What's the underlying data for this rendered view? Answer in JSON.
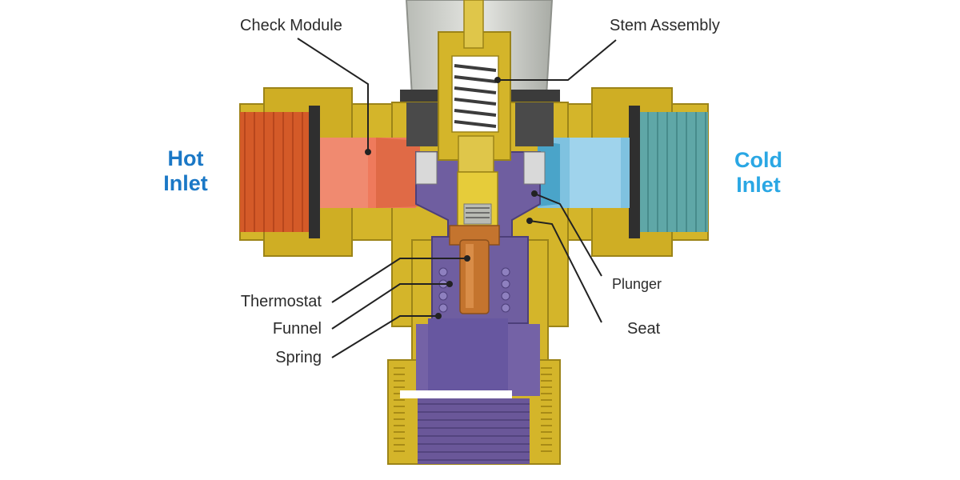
{
  "inlets": {
    "hot": {
      "line1": "Hot",
      "line2": "Inlet",
      "color": "#1b78c6"
    },
    "cold": {
      "line1": "Cold",
      "line2": "Inlet",
      "color": "#2aa7e4"
    }
  },
  "labels": {
    "check_module": "Check Module",
    "stem_assembly": "Stem Assembly",
    "thermostat": "Thermostat",
    "funnel": "Funnel",
    "spring": "Spring",
    "plunger": "Plunger",
    "seat": "Seat"
  },
  "colors": {
    "brass": "#d4b52a",
    "brass_dark": "#9c8418",
    "purple": "#6f5ea0",
    "hot_water": "#ef7a5c",
    "cold_water": "#7fc2e0",
    "cap": "#cfd1cc",
    "copper": "#c4742e",
    "leader": "#222222"
  }
}
